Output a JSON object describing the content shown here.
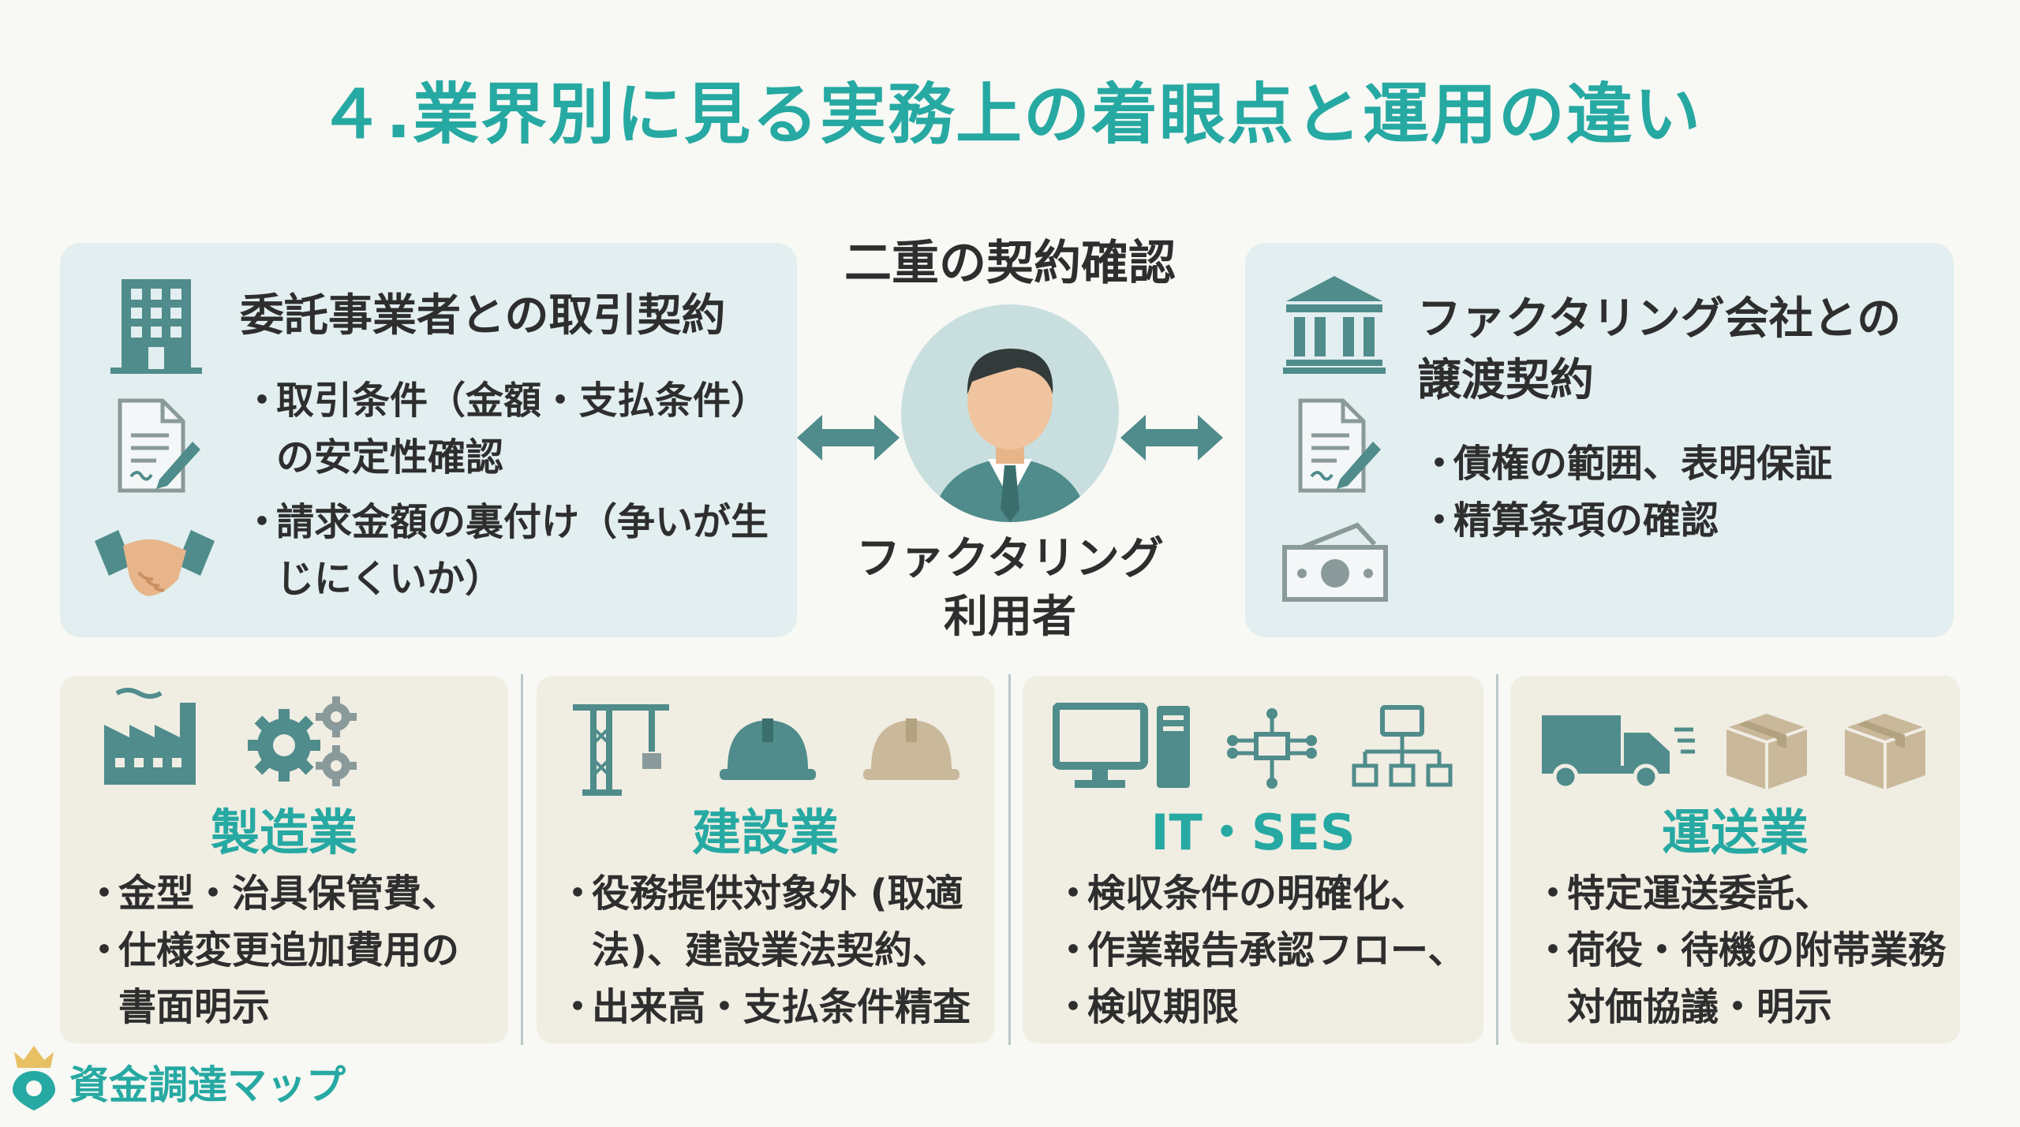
{
  "title": "４.業界別に見る実務上の着眼点と運用の違い",
  "center": {
    "top_label": "二重の契約確認",
    "bottom_label_line1": "ファクタリング",
    "bottom_label_line2": "利用者"
  },
  "left_panel": {
    "heading": "委託事業者との取引契約",
    "bullets": [
      "取引条件（金額・支払条件）の安定性確認",
      "請求金額の裏付け（争いが生じにくいか）"
    ],
    "icons": [
      "office-building-icon",
      "contract-document-icon",
      "handshake-icon"
    ]
  },
  "right_panel": {
    "heading_line1": "ファクタリング会社との",
    "heading_line2": "譲渡契約",
    "bullets": [
      "債権の範囲、表明保証",
      "精算条項の確認"
    ],
    "icons": [
      "bank-icon",
      "contract-document-icon",
      "cash-icon"
    ]
  },
  "industries": [
    {
      "name": "製造業",
      "bullets": [
        "金型・治具保管費、",
        "仕様変更追加費用の書面明示"
      ],
      "icons": [
        "factory-icon",
        "gears-icon"
      ]
    },
    {
      "name": "建設業",
      "bullets": [
        "役務提供対象外 (取適法)、建設業法契約、",
        "出来高・支払条件精査"
      ],
      "icons": [
        "crane-icon",
        "hard-hat-icon",
        "hard-hat-icon"
      ]
    },
    {
      "name": "IT・SES",
      "bullets": [
        "検収条件の明確化、",
        "作業報告承認フロー、",
        "検収期限"
      ],
      "icons": [
        "desktop-computer-icon",
        "network-icon",
        "server-network-icon"
      ]
    },
    {
      "name": "運送業",
      "bullets": [
        "特定運送委託、",
        "荷役・待機の附帯業務対価協議・明示"
      ],
      "icons": [
        "truck-icon",
        "box-icon",
        "box-icon"
      ]
    }
  ],
  "footer": {
    "logo_text": "資金調達マップ"
  },
  "colors": {
    "accent": "#26a9a2",
    "icon_teal": "#4f8c8b",
    "panel_bg": "#e2eeef",
    "industry_bg": "#f0ede3",
    "beige_icon": "#c9b89a"
  }
}
